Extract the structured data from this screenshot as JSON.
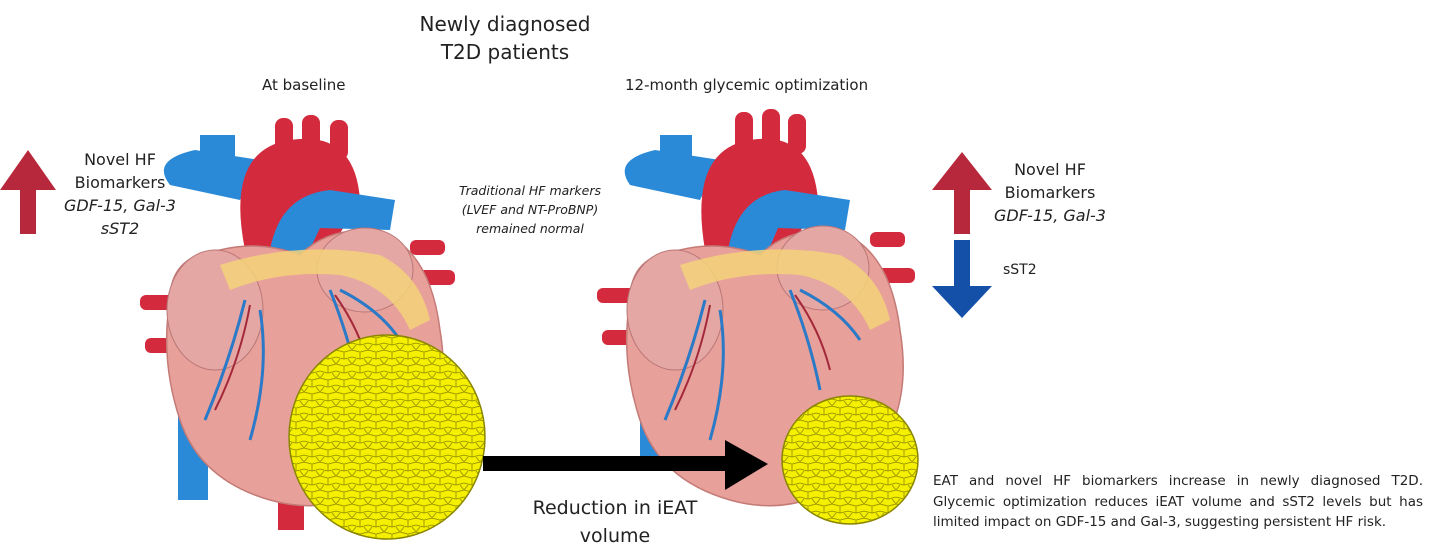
{
  "title": [
    "Newly diagnosed",
    "T2D patients"
  ],
  "left_panel": {
    "heading": "At baseline",
    "biomarkers": [
      "Novel HF",
      "Biomarkers",
      "GDF-15, Gal-3",
      "sST2"
    ],
    "note": [
      "Traditional HF markers",
      "(LVEF and NT-ProBNP)",
      "remained normal"
    ]
  },
  "right_panel": {
    "heading": "12-month glycemic optimization",
    "up_biomarkers": [
      "Novel HF",
      "Biomarkers",
      "GDF-15, Gal-3"
    ],
    "down_biomarker": "sST2"
  },
  "arrow_label": [
    "Reduction in iEAT",
    "volume"
  ],
  "summary": "EAT and novel HF biomarkers increase in newly diagnosed T2D. Glycemic optimization reduces iEAT volume and sST2 levels but has limited impact on GDF-15 and Gal-3, suggesting persistent HF risk.",
  "colors": {
    "up_arrow": "#b8283c",
    "down_arrow": "#1450a8",
    "fat": "#f4f000",
    "heart": "#e8a09a",
    "artery": "#d42a3e",
    "vein": "#2a8ad8"
  }
}
